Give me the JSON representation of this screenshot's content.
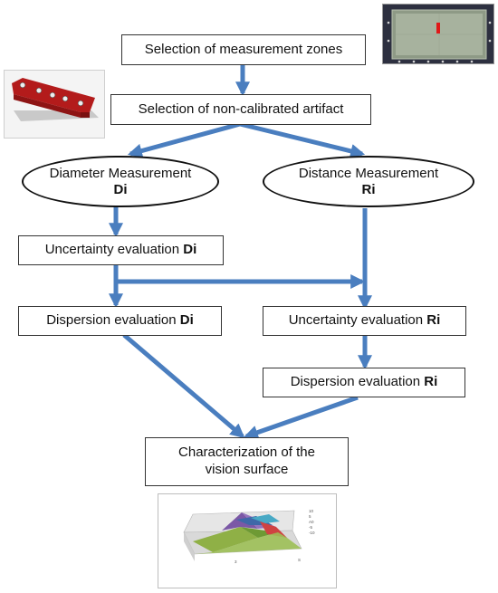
{
  "nodes": {
    "zones": "Selection of measurement zones",
    "artifact": "Selection of non-calibrated artifact",
    "diam_text": "Diameter Measurement",
    "diam_var": "Di",
    "dist_text": "Distance Measurement",
    "dist_var": "Ri",
    "unc_di_text": "Uncertainty evaluation ",
    "unc_di_var": "Di",
    "disp_di_text": "Dispersion evaluation ",
    "disp_di_var": "Di",
    "unc_ri_text": "Uncertainty evaluation ",
    "unc_ri_var": "Ri",
    "disp_ri_text": "Dispersion evaluation ",
    "disp_ri_var": "Ri",
    "char_line1": "Characterization of the",
    "char_line2": "vision surface"
  },
  "colors": {
    "arrow": "#4a7ebf",
    "artifact_red": "#b31b1b"
  }
}
